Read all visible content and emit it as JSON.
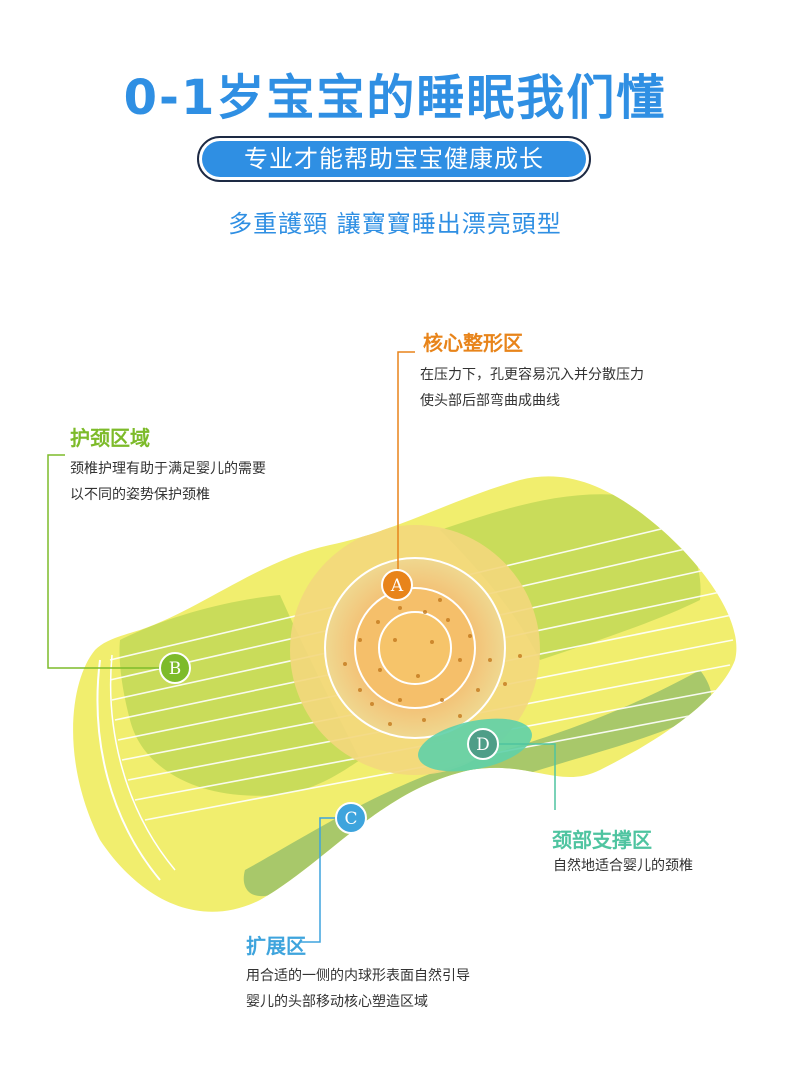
{
  "header": {
    "title": "0-1岁宝宝的睡眠我们懂",
    "pill_text": "专业才能帮助宝宝健康成长",
    "subtitle": "多重護頸 讓寶寶睡出漂亮頭型"
  },
  "zones": {
    "a": {
      "marker": "A",
      "title": "核心整形区",
      "line1": "在压力下，孔更容易沉入并分散压力",
      "line2": "使头部后部弯曲成曲线",
      "color": "#e8841a"
    },
    "b": {
      "marker": "B",
      "title": "护颈区域",
      "line1": "颈椎护理有助于满足婴儿的需要",
      "line2": "以不同的姿势保护颈椎",
      "color": "#7dbb2a"
    },
    "c": {
      "marker": "C",
      "title": "扩展区",
      "line1": "用合适的一侧的内球形表面自然引导",
      "line2": "婴儿的头部移动核心塑造区域",
      "color": "#3ea4dd"
    },
    "d": {
      "marker": "D",
      "title": "颈部支撑区",
      "line1": "自然地适合婴儿的颈椎",
      "color": "#4fc4a0"
    }
  },
  "colors": {
    "brand_blue": "#2f8fe3",
    "pillow_yellow": "#f1ee6e",
    "pillow_green": "#c9dc5a"
  }
}
